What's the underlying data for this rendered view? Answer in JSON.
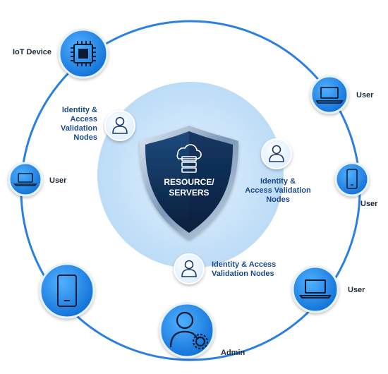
{
  "center": {
    "shield_line1": "RESOURCE/",
    "shield_line2": "SERVERS"
  },
  "nodes": {
    "iot_device": "IoT Device",
    "user_top_right": "User",
    "user_left": "User",
    "user_right": "User",
    "user_bottom_right": "User",
    "admin": "Admin",
    "validation_1": [
      "Identity &",
      "Access",
      "Validation",
      "Nodes"
    ],
    "validation_2": [
      "Identity &",
      "Access Validation",
      "Nodes"
    ],
    "validation_3": [
      "Identity & Access",
      "Validation Nodes"
    ]
  },
  "colors": {
    "ring": "#2a7fe0",
    "node_fill": "#1f8cf0",
    "node_border": "#e6f2ff",
    "inner_disc": "#cfe6fb",
    "shield_dark": "#0e2a4e",
    "shield_rim": "#9fb9d4",
    "label_blue": "#1a4a8c"
  },
  "icons": {
    "iot_device": "chip-icon",
    "user_laptop": "laptop-icon",
    "user_phone": "phone-icon",
    "mobile": "phone-icon",
    "admin": "admin-user-gear-icon",
    "validation": "person-icon",
    "server": "cloud-server-icon"
  }
}
